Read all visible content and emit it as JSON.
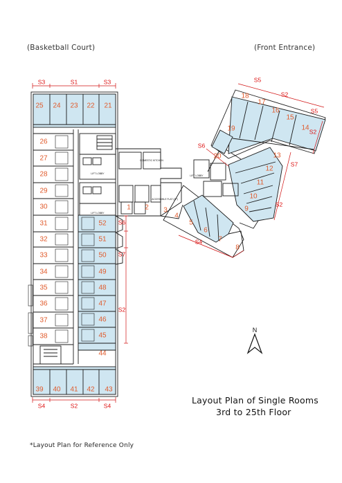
{
  "labels": {
    "court": "(Basketball Court)",
    "entrance": "(Front Entrance)",
    "title_line1": "Layout Plan of Single Rooms",
    "title_line2": "3rd to 25th Floor",
    "footnote": "*Layout Plan for Reference Only",
    "north": "N"
  },
  "colors": {
    "room_fill": "#cfe6f1",
    "room_number": "#e05a2b",
    "dimension": "#d11111",
    "wall": "#1a1a1a"
  },
  "west_wing": {
    "top_rooms": [
      "25",
      "24",
      "23",
      "22",
      "21"
    ],
    "left_rooms": [
      "26",
      "27",
      "28",
      "29",
      "30",
      "31",
      "32",
      "33",
      "34",
      "35",
      "36",
      "37",
      "38"
    ],
    "right_rooms": [
      "52",
      "51",
      "50",
      "49",
      "48",
      "47",
      "46",
      "45",
      "44"
    ],
    "bottom_rooms": [
      "39",
      "40",
      "41",
      "42",
      "43"
    ],
    "top_dims": [
      "S3",
      "S1",
      "S3"
    ],
    "bottom_dims": [
      "S4",
      "S2",
      "S4"
    ],
    "side_dims": [
      "S6",
      "S7",
      "S2"
    ]
  },
  "core": {
    "rooms": [
      "1",
      "2",
      "3",
      "4"
    ],
    "tags": [
      "LIFT LOBBY",
      "LIFT LOBBY",
      "DOMESTIC KITCHEN",
      "ACCESSIBLE FLAT (2P)",
      "LIFT LOBBY"
    ]
  },
  "east_wing": {
    "rooms": [
      "18",
      "17",
      "16",
      "15",
      "14",
      "19",
      "20",
      "13",
      "12",
      "11",
      "10",
      "9",
      "5",
      "6",
      "7",
      "8"
    ],
    "dims": [
      "S5",
      "S2",
      "S5",
      "S2",
      "S6",
      "S7",
      "S2",
      "S4"
    ]
  }
}
